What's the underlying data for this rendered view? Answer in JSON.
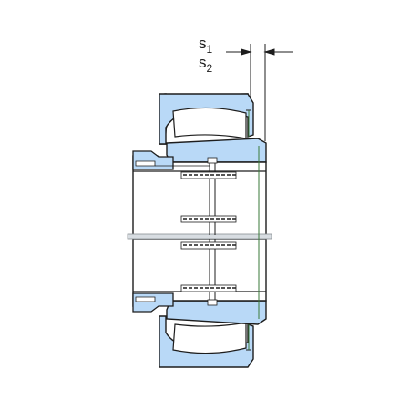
{
  "labels": {
    "s1_base": "s",
    "s1_sub": "1",
    "s2_base": "s",
    "s2_sub": "2"
  },
  "colors": {
    "fill": "#b9d9f7",
    "stroke": "#1d1d1d",
    "background": "#ffffff"
  }
}
